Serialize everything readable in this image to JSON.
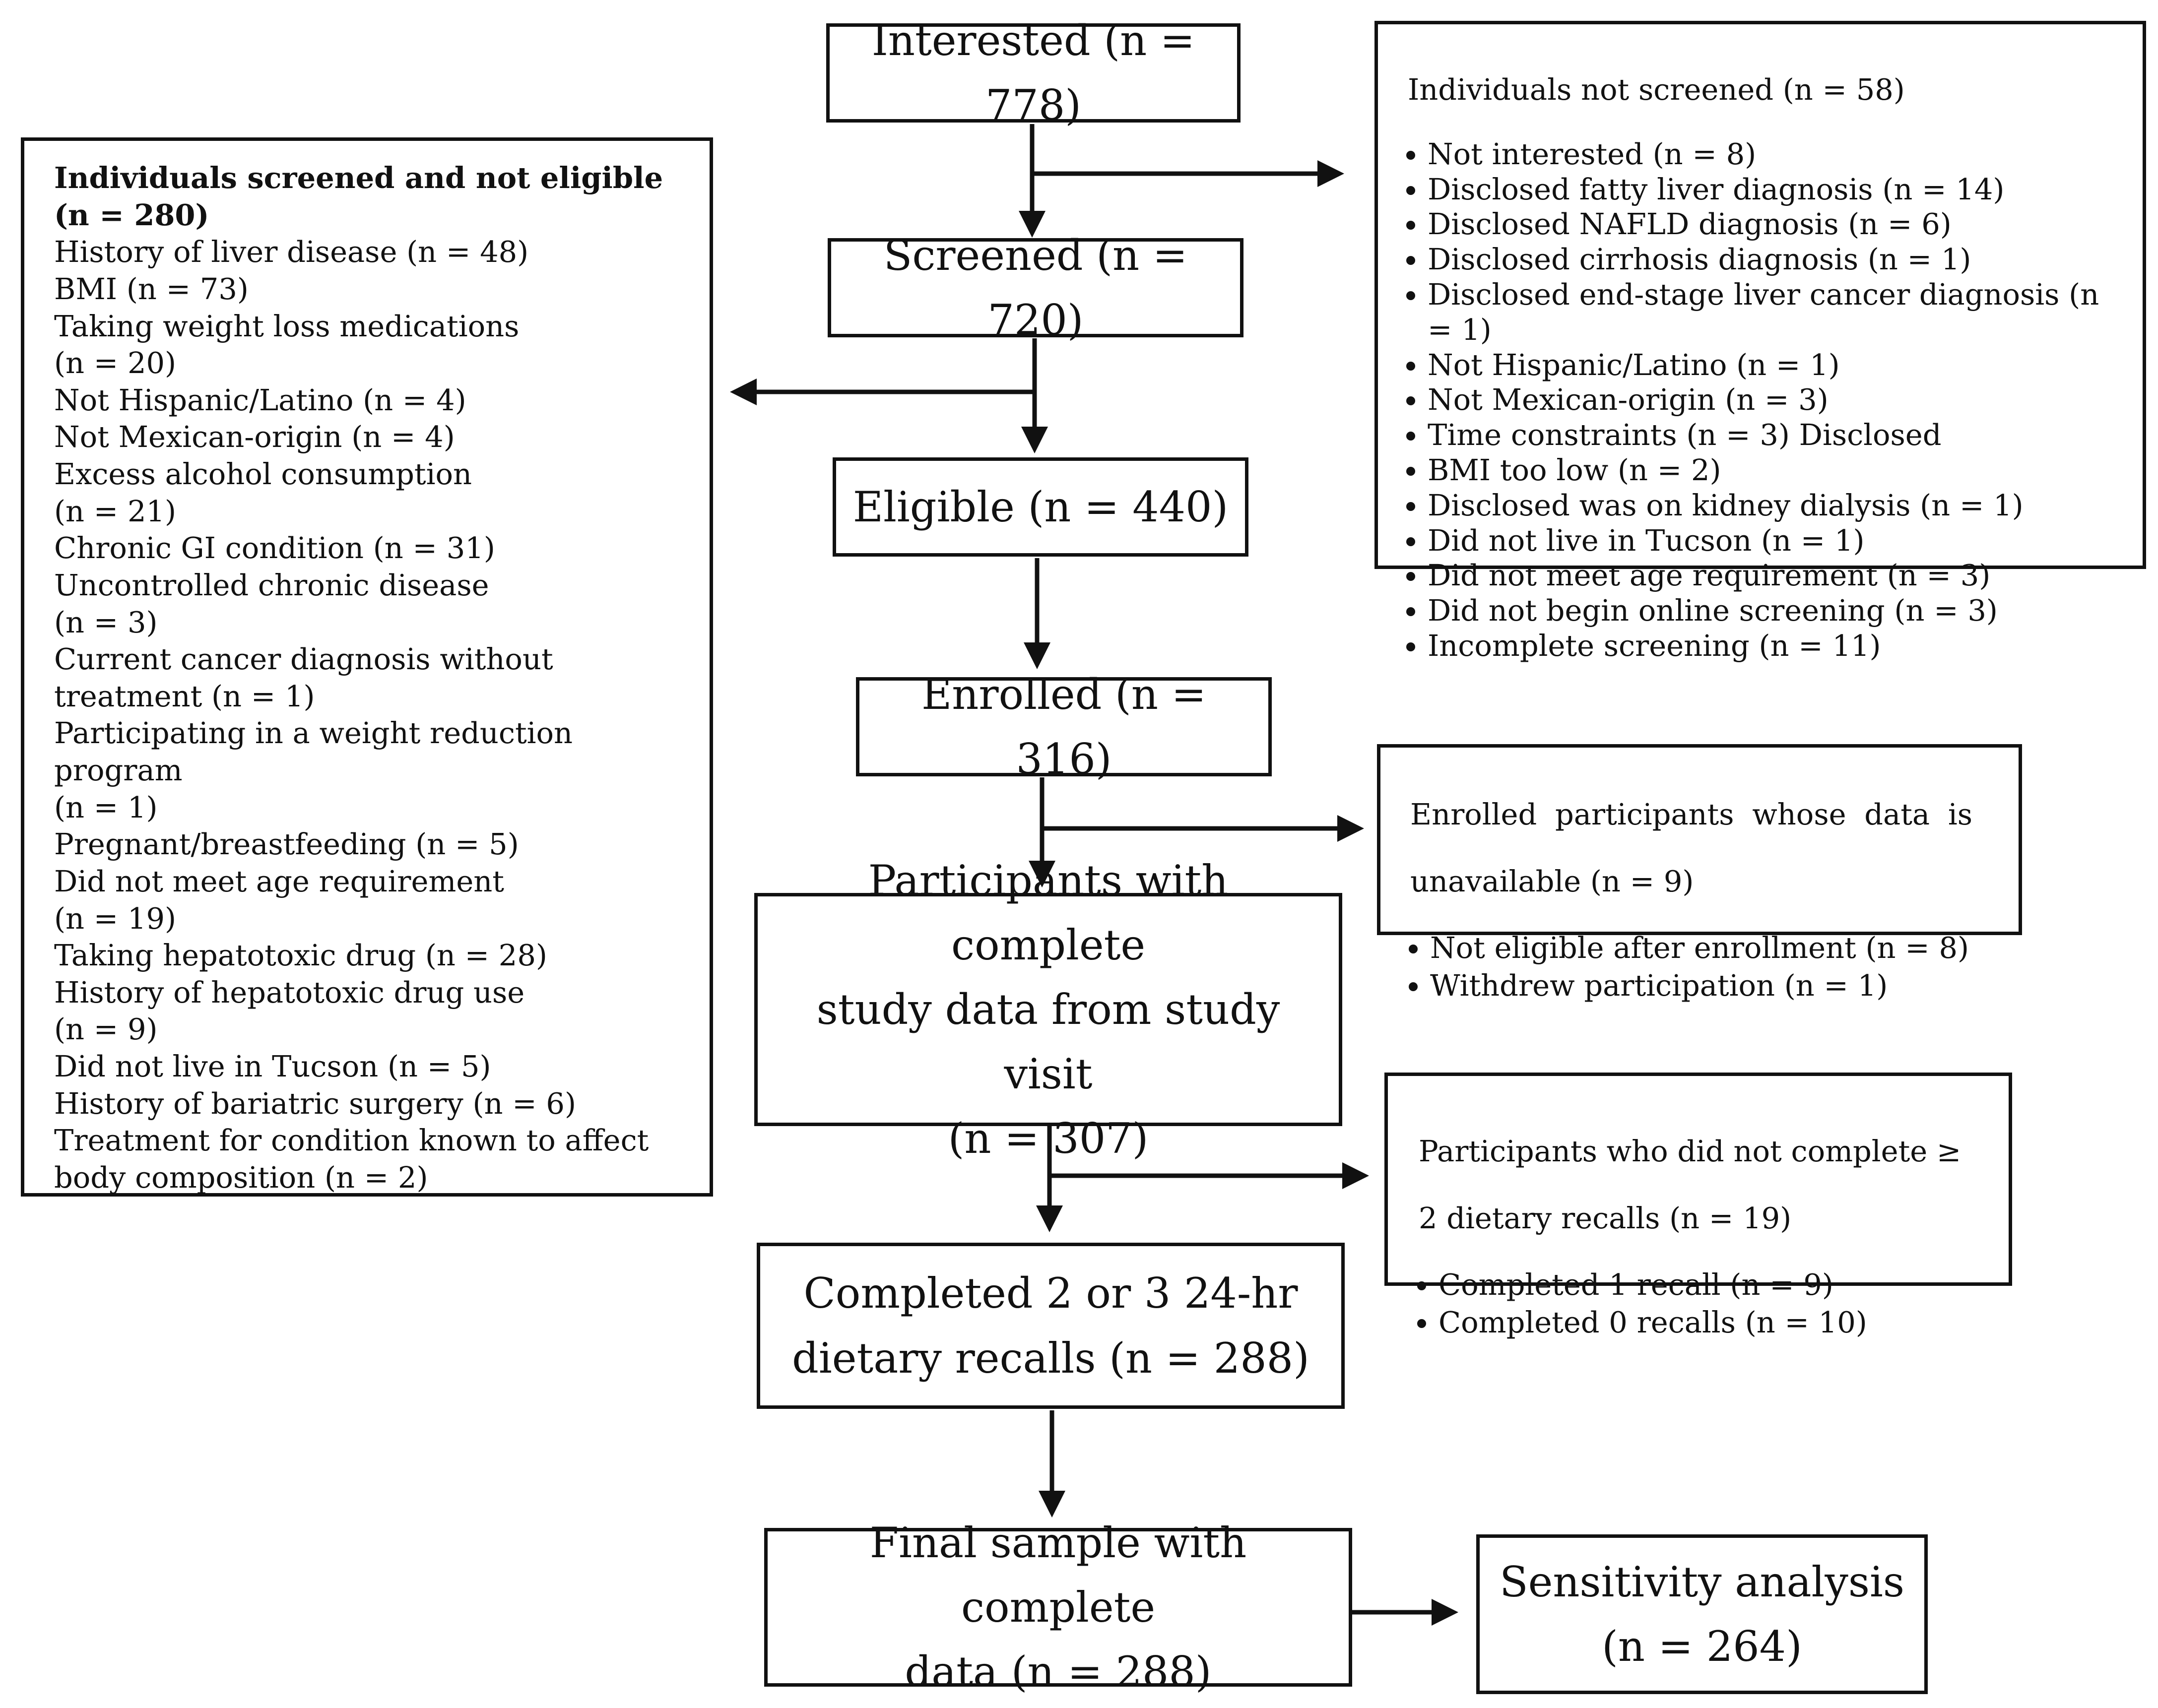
{
  "main_boxes": {
    "interested": "Interested (n = 778)",
    "screened": "Screened (n = 720)",
    "eligible": "Eligible (n = 440)",
    "enrolled": "Enrolled (n = 316)",
    "participants_complete": "Participants with complete\nstudy data from study visit\n(n = 307)",
    "completed_recalls": "Completed 2 or 3 24-hr\ndietary recalls (n = 288)",
    "final_sample": "Final sample with complete\ndata (n = 288)",
    "sensitivity": "Sensitivity analysis\n(n = 264)"
  },
  "not_screened": {
    "header": "Individuals not screened (n = 58)",
    "items": [
      "Not interested (n = 8)",
      "Disclosed fatty liver diagnosis (n = 14)",
      "Disclosed NAFLD diagnosis (n = 6)",
      "Disclosed cirrhosis diagnosis (n = 1)",
      "Disclosed end-stage liver cancer diagnosis (n = 1)",
      "Not Hispanic/Latino (n = 1)",
      "Not Mexican-origin (n = 3)",
      "Time constraints (n = 3) Disclosed",
      "BMI too low (n = 2)",
      "Disclosed was on kidney dialysis (n = 1)",
      "Did not live in Tucson (n = 1)",
      "Did not meet age requirement (n = 3)",
      "Did not begin online screening (n = 3)",
      "Incomplete screening (n = 11)"
    ]
  },
  "not_eligible": {
    "header": "Individuals screened and not eligible",
    "header_count": "(n = 280)",
    "items": [
      "History of liver disease (n = 48)",
      "BMI (n = 73)",
      "Taking weight loss medications",
      "(n = 20)",
      "Not Hispanic/Latino (n = 4)",
      "Not Mexican-origin (n = 4)",
      "Excess alcohol consumption",
      "(n = 21)",
      "Chronic GI condition (n = 31)",
      "Uncontrolled chronic disease",
      "(n = 3)",
      "Current cancer diagnosis without",
      "treatment (n = 1)",
      "Participating in a weight reduction program",
      "(n = 1)",
      "Pregnant/breastfeeding (n = 5)",
      "Did not meet age requirement",
      "(n = 19)",
      "Taking hepatotoxic drug (n = 28)",
      "History of hepatotoxic drug use",
      "(n = 9)",
      "Did not live in Tucson (n = 5)",
      "History of bariatric surgery (n = 6)",
      "Treatment for condition known to affect",
      "body composition (n = 2)"
    ]
  },
  "unavailable": {
    "header_line1": "Enrolled participants whose data is",
    "header_line2": "unavailable (n = 9)",
    "items": [
      "Not eligible after enrollment (n = 8)",
      "Withdrew participation (n = 1)"
    ]
  },
  "recalls_incomplete": {
    "header_line1": "Participants who did not complete ≥",
    "header_line2": "2 dietary recalls (n = 19)",
    "items": [
      "Completed 1 recall (n = 9)",
      "Completed 0 recalls (n = 10)"
    ]
  }
}
